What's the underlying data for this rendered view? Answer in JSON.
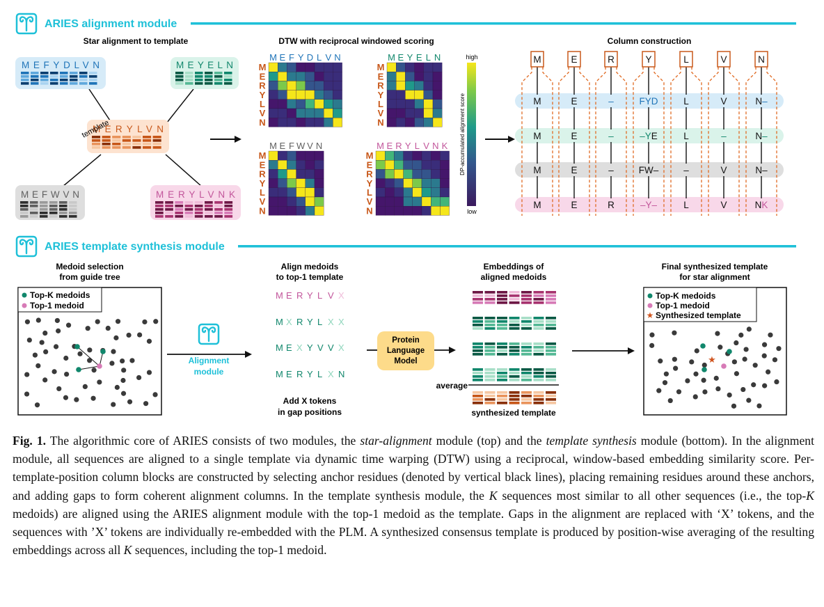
{
  "modules": {
    "alignment": {
      "title": "ARIES alignment module"
    },
    "synthesis": {
      "title": "ARIES template synthesis module"
    }
  },
  "colors": {
    "accent": "#1ec0d8",
    "blue": "#1f74b8",
    "teal": "#11876c",
    "orange": "#c8581a",
    "pink": "#c2569b",
    "gray": "#606060",
    "plm_fill": "#fddb8a"
  },
  "icons": [
    "aries-ram-icon"
  ],
  "star": {
    "heading": "Star alignment to template",
    "template_label": "template",
    "sequences": {
      "blue": "MEFYDLVN",
      "teal": "MEYELN",
      "template": "MERYLVN",
      "gray": "MEFWVN",
      "pink": "MERYLVNK"
    }
  },
  "dtw": {
    "heading": "DTW with reciprocal windowed scoring",
    "row_letters": "MERYLVN",
    "colorbar": {
      "high": "high",
      "low": "low",
      "label": "DP-accumulated alignment score"
    }
  },
  "columns": {
    "heading": "Column construction",
    "template_letters": [
      "M",
      "E",
      "R",
      "Y",
      "L",
      "V",
      "N"
    ],
    "rows": [
      {
        "color": "blue",
        "cells": [
          "M",
          "E",
          "–",
          "FYD",
          "L",
          "V",
          "N–"
        ]
      },
      {
        "color": "teal",
        "cells": [
          "M",
          "E",
          "–",
          "–YE",
          "L",
          "–",
          "N–"
        ]
      },
      {
        "color": "gray",
        "cells": [
          "M",
          "E",
          "–",
          "FW–",
          "–",
          "V",
          "N–"
        ]
      },
      {
        "color": "pink",
        "cells": [
          "M",
          "E",
          "R",
          "–Y–",
          "L",
          "V",
          "NK"
        ]
      }
    ]
  },
  "synthesis": {
    "medoid_heading": [
      "Medoid selection",
      "from guide tree"
    ],
    "legend_topk": "Top-K medoids",
    "legend_top1": "Top-1 medoid",
    "legend_synth": "Synthesized template",
    "align_label": [
      "Alignment",
      "module"
    ],
    "align_heading": [
      "Align medoids",
      "to top-1 template"
    ],
    "aligned_seqs": [
      "MERYLVX",
      "MXRYLXX",
      "MEXYVVX",
      "MERYLXN"
    ],
    "add_x": [
      "Add X tokens",
      "in gap positions"
    ],
    "plm": [
      "Protein",
      "Language",
      "Model"
    ],
    "emb_heading": [
      "Embeddings of",
      "aligned medoids"
    ],
    "average": "average",
    "synthesized": "synthesized template",
    "final_heading": [
      "Final synthesized template",
      "for star alignment"
    ]
  },
  "caption": {
    "label": "Fig. 1.",
    "segments": [
      {
        "t": " The algorithmic core of ARIES consists of two modules, the ",
        "i": false
      },
      {
        "t": "star-alignment",
        "i": true
      },
      {
        "t": " module (top) and the ",
        "i": false
      },
      {
        "t": "template synthesis",
        "i": true
      },
      {
        "t": " module (bottom). In the alignment module, all sequences are aligned to a single template via dynamic time warping (DTW) using a reciprocal, window-based embedding similarity score. Per-template-position column blocks are constructed by selecting anchor residues (denoted by vertical black lines), placing remaining residues around these anchors, and adding gaps to form coherent alignment columns. In the template synthesis module, the ",
        "i": false
      },
      {
        "t": "K",
        "i": true
      },
      {
        "t": " sequences most similar to all other sequences (i.e., the top-",
        "i": false
      },
      {
        "t": "K",
        "i": true
      },
      {
        "t": " medoids) are aligned using the ARIES alignment module with the top-1 medoid as the template. Gaps in the alignment are replaced with ‘X’ tokens, and the sequences with ’X’ tokens are individually re-embedded with the PLM. A synthesized consensus template is produced by position-wise averaging of the resulting embeddings across all ",
        "i": false
      },
      {
        "t": "K",
        "i": true
      },
      {
        "t": " sequences, including the top-1 medoid.",
        "i": false
      }
    ]
  }
}
